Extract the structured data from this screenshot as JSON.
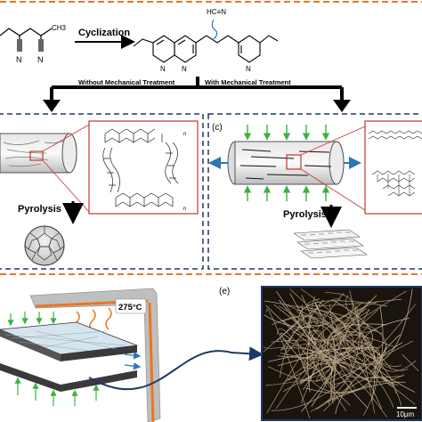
{
  "top": {
    "step_label": "Cyclization",
    "precursor": {
      "atom_n_left": "N",
      "atom_n_right": "N",
      "group_ch3": "CH3"
    },
    "product": {
      "atom_n1": "N",
      "atom_n2": "N",
      "atom_n3": "N",
      "released_molecule": "HC≡N"
    }
  },
  "branches": {
    "left_label": "Without Mechanical Treatment",
    "right_label": "With Mechanical Treatment"
  },
  "panel_b": {
    "step_label": "Pyrolysis",
    "chain_subscript_top": "n",
    "chain_subscript_bottom": "n"
  },
  "panel_c": {
    "letter": "(c)",
    "step_label": "Pyrolysis"
  },
  "panel_e": {
    "letter": "(e)",
    "temperature": "275°C",
    "scale_bar": "10μm"
  },
  "colors": {
    "dashed_orange": "#e8772e",
    "dashed_navy": "#1f3864",
    "zoom_red": "#c0392b",
    "stretch_blue": "#2e75b6",
    "compress_green": "#3cb043",
    "heater_orange": "#e87722",
    "sem_background": "#1a140e",
    "sem_fiber": "#c8b08a"
  }
}
